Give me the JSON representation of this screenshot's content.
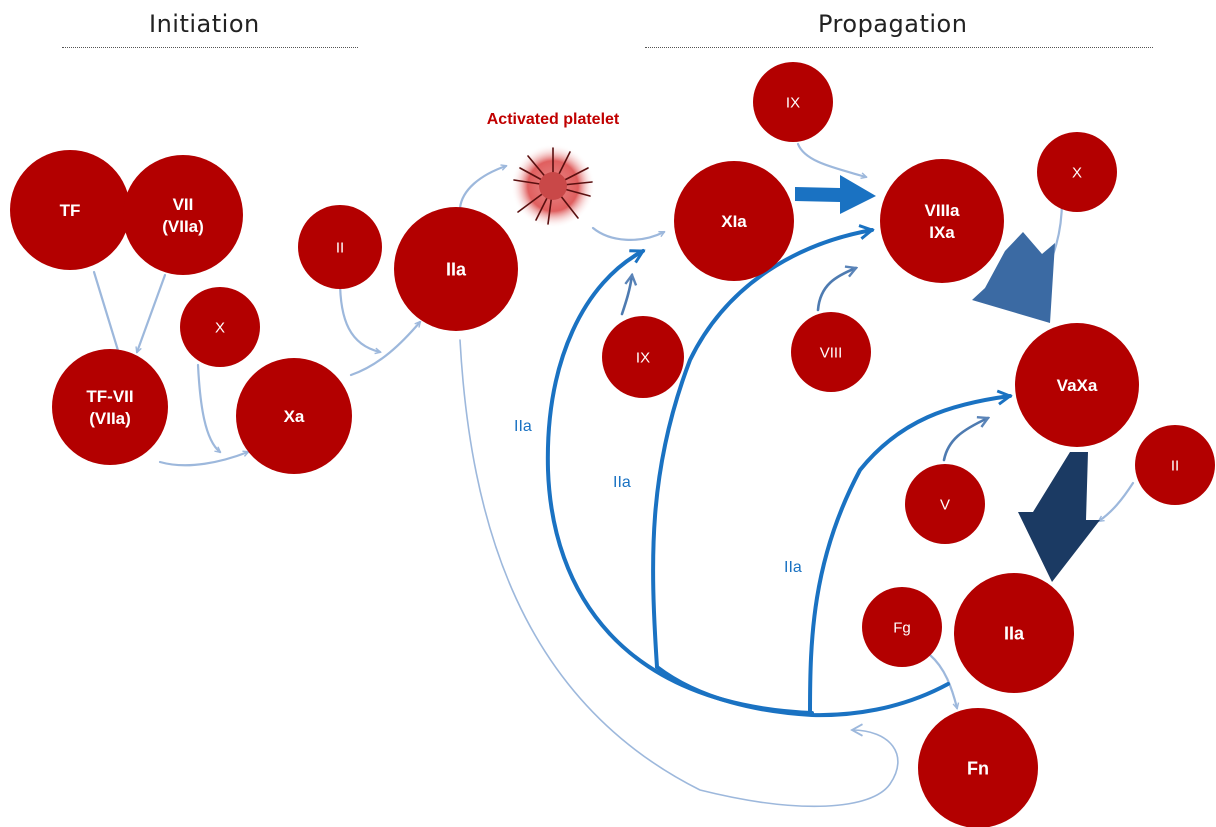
{
  "headers": {
    "initiation": "Initiation",
    "propagation": "Propagation"
  },
  "platelet": {
    "label": "Activated platelet"
  },
  "colors": {
    "node": "#b30000",
    "light_arrow": "#9db8dc",
    "blue_arrow": "#1a72c2",
    "steel_arrow": "#3b6aa3",
    "navy_arrow": "#1b3a63",
    "platelet_label": "#c00000",
    "edge_label": "#1a72c2"
  },
  "nodes": [
    {
      "id": "tf",
      "lines": [
        "TF"
      ],
      "bold": true
    },
    {
      "id": "vii",
      "lines": [
        "VII",
        "(VIIa)"
      ],
      "bold": true
    },
    {
      "id": "tfvii",
      "lines": [
        "TF-VII",
        "(VIIa)"
      ],
      "bold": true
    },
    {
      "id": "x1",
      "lines": [
        "X"
      ],
      "bold": false
    },
    {
      "id": "xa",
      "lines": [
        "Xa"
      ],
      "bold": true
    },
    {
      "id": "ii1",
      "lines": [
        "II"
      ],
      "bold": false
    },
    {
      "id": "iia1",
      "lines": [
        "IIa"
      ],
      "bold": true
    },
    {
      "id": "ix1",
      "lines": [
        "IX"
      ],
      "bold": false
    },
    {
      "id": "xia",
      "lines": [
        "XIa"
      ],
      "bold": true
    },
    {
      "id": "viiiaixa",
      "lines": [
        "VIIIa",
        "IXa"
      ],
      "bold": true
    },
    {
      "id": "x2",
      "lines": [
        "X"
      ],
      "bold": false
    },
    {
      "id": "ix2",
      "lines": [
        "IX"
      ],
      "bold": false
    },
    {
      "id": "viii",
      "lines": [
        "VIII"
      ],
      "bold": false
    },
    {
      "id": "vaxa",
      "lines": [
        "VaXa"
      ],
      "bold": true
    },
    {
      "id": "v",
      "lines": [
        "V"
      ],
      "bold": false
    },
    {
      "id": "ii2",
      "lines": [
        "II"
      ],
      "bold": false
    },
    {
      "id": "fg",
      "lines": [
        "Fg"
      ],
      "bold": false
    },
    {
      "id": "iia2",
      "lines": [
        "IIa"
      ],
      "bold": true
    },
    {
      "id": "fn",
      "lines": [
        "Fn"
      ],
      "bold": true
    }
  ],
  "edge_labels": [
    "IIa",
    "IIa",
    "IIa"
  ]
}
